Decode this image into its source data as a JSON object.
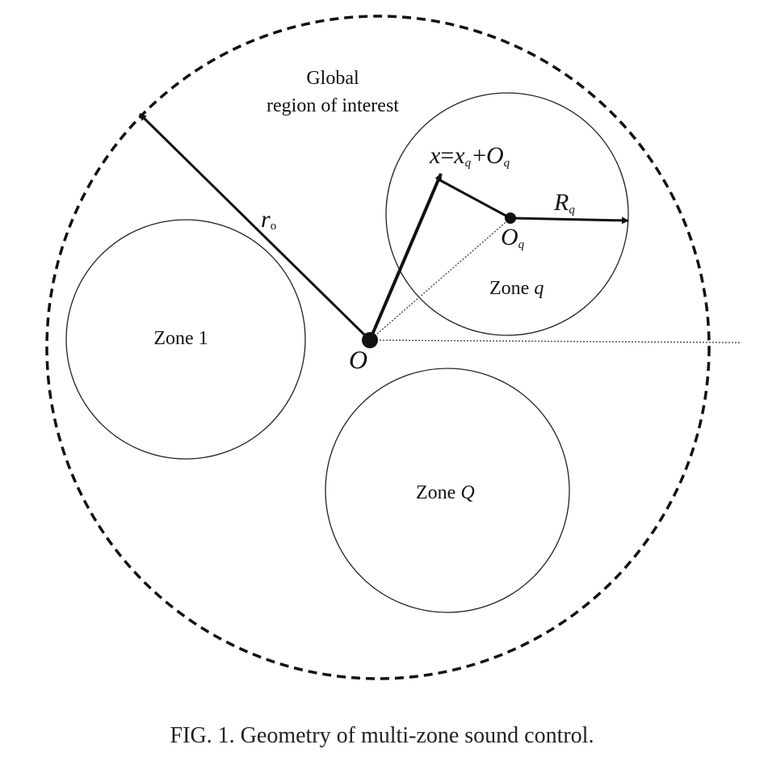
{
  "figure": {
    "global_label_line1": "Global",
    "global_label_line2": "region of interest",
    "zone1_label": "Zone 1",
    "zone_q_label_text": "Zone ",
    "zone_q_label_var": "q",
    "zone_Q_label_text": "Zone ",
    "zone_Q_label_var": "Q",
    "r0_main": "r",
    "r0_sub": "o",
    "Rq_main": "R",
    "Rq_sub": "q",
    "Oq_main": "O",
    "Oq_sub": "q",
    "origin_label": "O",
    "eq_x": "x",
    "eq_equals": "=",
    "eq_xq_main": "x",
    "eq_xq_sub": "q",
    "eq_plus": "+",
    "eq_Oq_main": "O",
    "eq_Oq_sub": "q"
  },
  "caption": "FIG. 1. Geometry of multi-zone sound control."
}
